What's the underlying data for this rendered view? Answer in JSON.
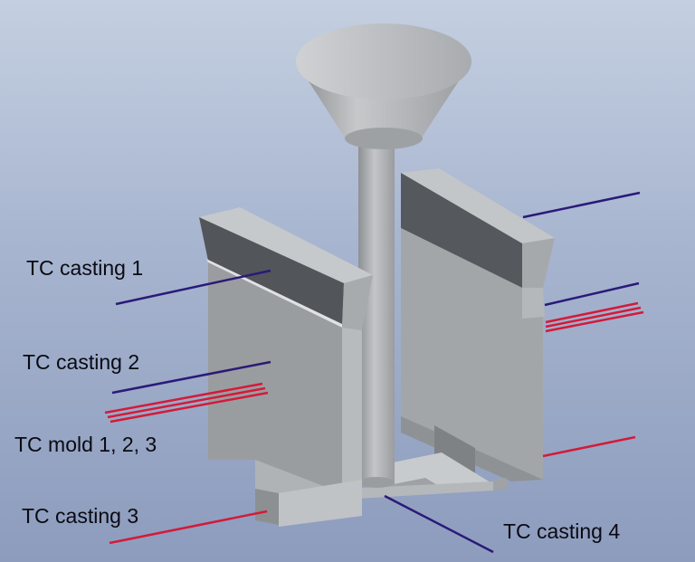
{
  "labels": {
    "tc_casting_1": "TC casting 1",
    "tc_casting_2": "TC casting 2",
    "tc_mold_123": "TC mold 1, 2, 3",
    "tc_casting_3": "TC casting 3",
    "tc_casting_4": "TC casting 4"
  },
  "colors": {
    "background": "#9fb0cc",
    "model": "#b9bcbe",
    "casting_line": "#2a1a78",
    "mold_line": "#d41a3a"
  }
}
